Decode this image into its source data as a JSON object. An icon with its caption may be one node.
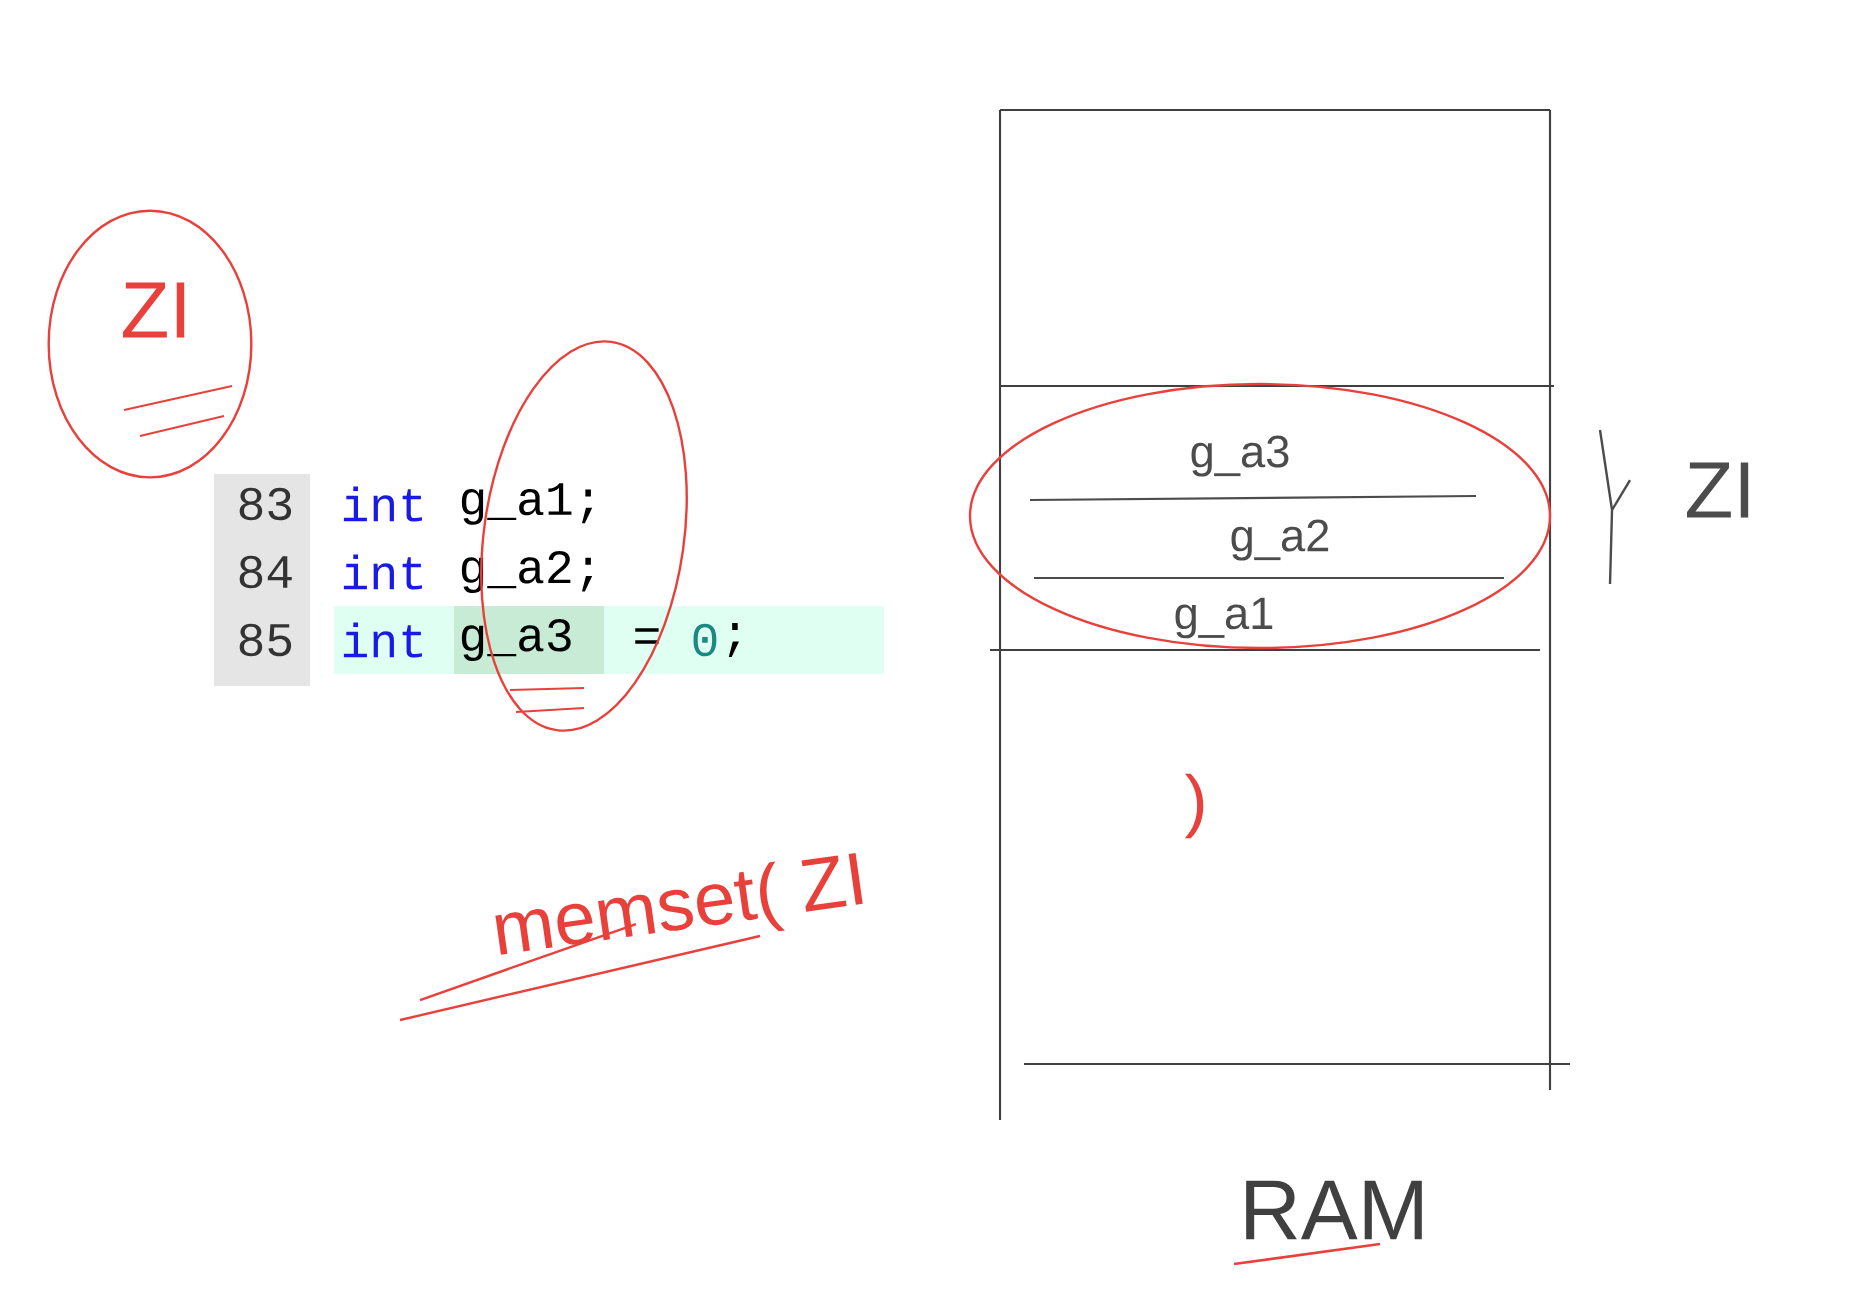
{
  "diagram": {
    "nodes": [
      {
        "text": [
          "RAM"
        ]
      },
      {
        "text": [
          "g_a3"
        ],
        "in": 0
      },
      {
        "text": [
          "g_a2"
        ],
        "in": 0
      },
      {
        "text": [
          "g_a1"
        ],
        "in": 0
      },
      {
        "text": [
          "ZI"
        ]
      }
    ],
    "labels": [
      "83",
      "int",
      "g_a1;",
      "84",
      "int",
      "g_a2;",
      "85",
      "int",
      "g_a3",
      "=",
      "0",
      ";",
      "memset( ZI",
      ")",
      "ZI"
    ]
  }
}
